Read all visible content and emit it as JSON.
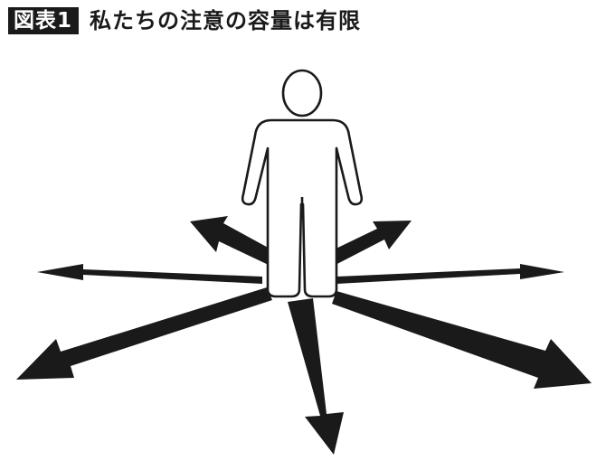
{
  "figure": {
    "label": "図表1",
    "title": "私たちの注意の容量は有限"
  },
  "colors": {
    "ink": "#1a1a1a",
    "background": "#ffffff"
  },
  "diagram": {
    "center_figure": "person-outline-icon",
    "arrow_count": 7
  }
}
